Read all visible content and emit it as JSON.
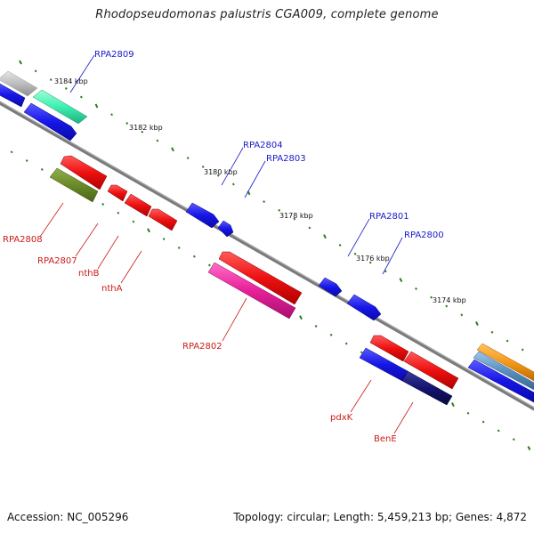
{
  "title": "Rhodopseudomonas palustris CGA009, complete genome",
  "footer": {
    "accession": "Accession: NC_005296",
    "summary": "Topology: circular; Length: 5,459,213 bp; Genes: 4,872"
  },
  "colors": {
    "backbone": "#7a7a7a",
    "tick": "#2e7d1e",
    "forward_label": "#1a1acc",
    "reverse_label": "#cc1a1a"
  },
  "scale_labels": [
    "3184 kbp",
    "3182 kbp",
    "3180 kbp",
    "3178 kbp",
    "3176 kbp",
    "3174 kbp"
  ],
  "forward_gene_labels": [
    "RPA2809",
    "RPA2804",
    "RPA2803",
    "RPA2801",
    "RPA2800"
  ],
  "reverse_gene_labels": [
    "RPA2808",
    "RPA2807",
    "nthB",
    "nthA",
    "RPA2802",
    "pdxK",
    "BenE"
  ]
}
